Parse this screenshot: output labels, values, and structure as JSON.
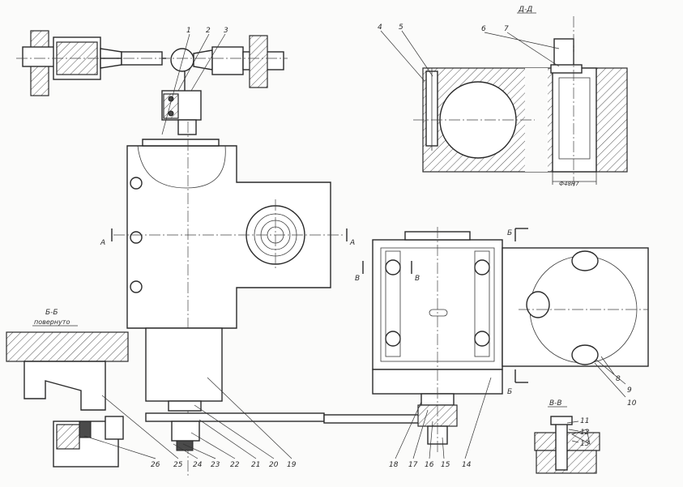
{
  "section_labels": {
    "d_d": "Д-Д",
    "b_b": "Б-Б",
    "b_b_sub": "повернуто",
    "v_v": "В-В"
  },
  "cut_marks": {
    "a_left": "А",
    "a_right": "А",
    "b_top": "Б",
    "b_bottom": "Б",
    "v_left": "В",
    "v_right": "В"
  },
  "dimension": "Ф48Н7",
  "part_numbers": {
    "p1": "1",
    "p2": "2",
    "p3": "3",
    "p4": "4",
    "p5": "5",
    "p6": "6",
    "p7": "7",
    "p8": "8",
    "p9": "9",
    "p10": "10",
    "p11": "11",
    "p12": "12",
    "p13": "13",
    "p14": "14",
    "p15": "15",
    "p16": "16",
    "p17": "17",
    "p18": "18",
    "p19": "19",
    "p20": "20",
    "p21": "21",
    "p22": "22",
    "p23": "23",
    "p24": "24",
    "p25": "25",
    "p26": "26"
  },
  "colors": {
    "ink": "#2a2a2a",
    "paper": "#fbfbfa"
  }
}
